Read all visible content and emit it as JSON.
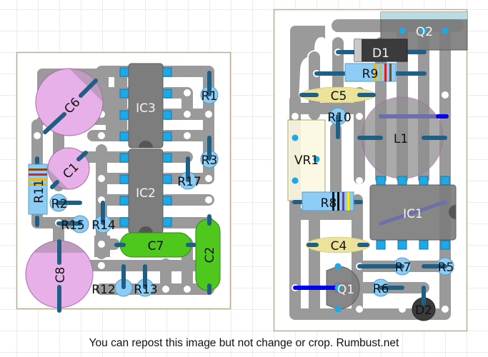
{
  "title": "Stripboard / PCB layout — two boards",
  "colors": {
    "board_outline": "#b9ae8e",
    "track": "#9a9a9a",
    "hole": "#ffffff",
    "pad": "#1ea9e6",
    "wire_link": "#1f5f86",
    "resistor_body": "#8cccf5",
    "electrolytic_cap": "#e8b0e8",
    "ceramic_cap": "#ece29a",
    "film_cap": "#4fc81e",
    "ic_body": "#7d7d7d",
    "jumper": "#0000ee",
    "diode_body": "#3b3b3b",
    "trimmer": "#fbf8e0"
  },
  "board_left": {
    "components": [
      {
        "ref": "C6",
        "type": "electrolytic-capacitor"
      },
      {
        "ref": "C1",
        "type": "electrolytic-capacitor"
      },
      {
        "ref": "C8",
        "type": "electrolytic-capacitor"
      },
      {
        "ref": "R11",
        "type": "resistor",
        "bands": [
          "#8b4513",
          "#e21b1b",
          "#f2b707",
          "#e8b600"
        ]
      },
      {
        "ref": "R2",
        "type": "resistor-vertical"
      },
      {
        "ref": "R15",
        "type": "resistor-vertical"
      },
      {
        "ref": "R14",
        "type": "resistor-vertical"
      },
      {
        "ref": "IC3",
        "type": "dip-8"
      },
      {
        "ref": "IC2",
        "type": "dip-8"
      },
      {
        "ref": "R1",
        "type": "resistor-vertical"
      },
      {
        "ref": "R3",
        "type": "resistor-vertical"
      },
      {
        "ref": "R17",
        "type": "resistor-vertical"
      },
      {
        "ref": "C7",
        "type": "film-capacitor"
      },
      {
        "ref": "C2",
        "type": "film-capacitor"
      },
      {
        "ref": "R12",
        "type": "resistor-vertical"
      },
      {
        "ref": "R13",
        "type": "resistor-vertical"
      }
    ]
  },
  "board_right": {
    "components": [
      {
        "ref": "Q2",
        "type": "to-220-transistor"
      },
      {
        "ref": "D1",
        "type": "diode"
      },
      {
        "ref": "R9",
        "type": "resistor",
        "bands": [
          "#f2b707",
          "#f2b707",
          "#e21b1b",
          "#8b4513"
        ]
      },
      {
        "ref": "C5",
        "type": "ceramic-capacitor"
      },
      {
        "ref": "R10",
        "type": "resistor-vertical"
      },
      {
        "ref": "VR1",
        "type": "trimmer"
      },
      {
        "ref": "L1",
        "type": "inductor"
      },
      {
        "ref": "R8",
        "type": "resistor",
        "bands": [
          "#111111",
          "#111111",
          "#8e2aa8",
          "#f5ec00"
        ]
      },
      {
        "ref": "IC1",
        "type": "dip-8"
      },
      {
        "ref": "C4",
        "type": "ceramic-capacitor"
      },
      {
        "ref": "Q1",
        "type": "to-92-transistor"
      },
      {
        "ref": "R7",
        "type": "resistor-vertical"
      },
      {
        "ref": "R5",
        "type": "resistor-vertical"
      },
      {
        "ref": "R6",
        "type": "resistor-vertical"
      },
      {
        "ref": "D2",
        "type": "led-diode"
      }
    ]
  },
  "footer": {
    "notice": "You can repost this image but not change or crop. Rumbust.net"
  }
}
